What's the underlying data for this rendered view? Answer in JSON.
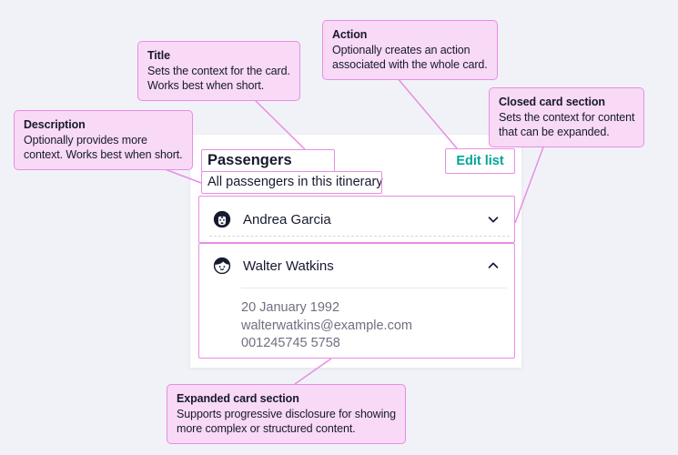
{
  "colors": {
    "background": "#f1f2f8",
    "annotation_fill": "#f8d9f6",
    "annotation_border": "#e88ee2",
    "text_primary": "#161a2f",
    "text_secondary": "#6e7080",
    "action_accent": "#00a698",
    "card_background": "#ffffff"
  },
  "annotations": {
    "title": {
      "label": "Title",
      "lines": [
        "Sets the context for the card.",
        "Works best when short."
      ]
    },
    "action": {
      "label": "Action",
      "lines": [
        "Optionally creates an action",
        "associated with the whole card."
      ]
    },
    "description": {
      "label": "Description",
      "lines": [
        "Optionally provides more",
        "context. Works best when short."
      ]
    },
    "closed_section": {
      "label": "Closed card section",
      "lines": [
        "Sets the context for content",
        "that can be expanded."
      ]
    },
    "expanded_section": {
      "label": "Expanded card section",
      "lines": [
        "Supports progressive disclosure for showing",
        "more complex or structured content."
      ]
    }
  },
  "card": {
    "title": "Passengers",
    "description": "All passengers in this itinerary",
    "action_label": "Edit list",
    "sections": [
      {
        "name": "Andrea Garcia",
        "avatar": "woman-avatar",
        "state": "collapsed"
      },
      {
        "name": "Walter Watkins",
        "avatar": "boy-avatar",
        "state": "expanded",
        "details": [
          "20 January 1992",
          "walterwatkins@example.com",
          "001245745 5758"
        ]
      }
    ]
  }
}
